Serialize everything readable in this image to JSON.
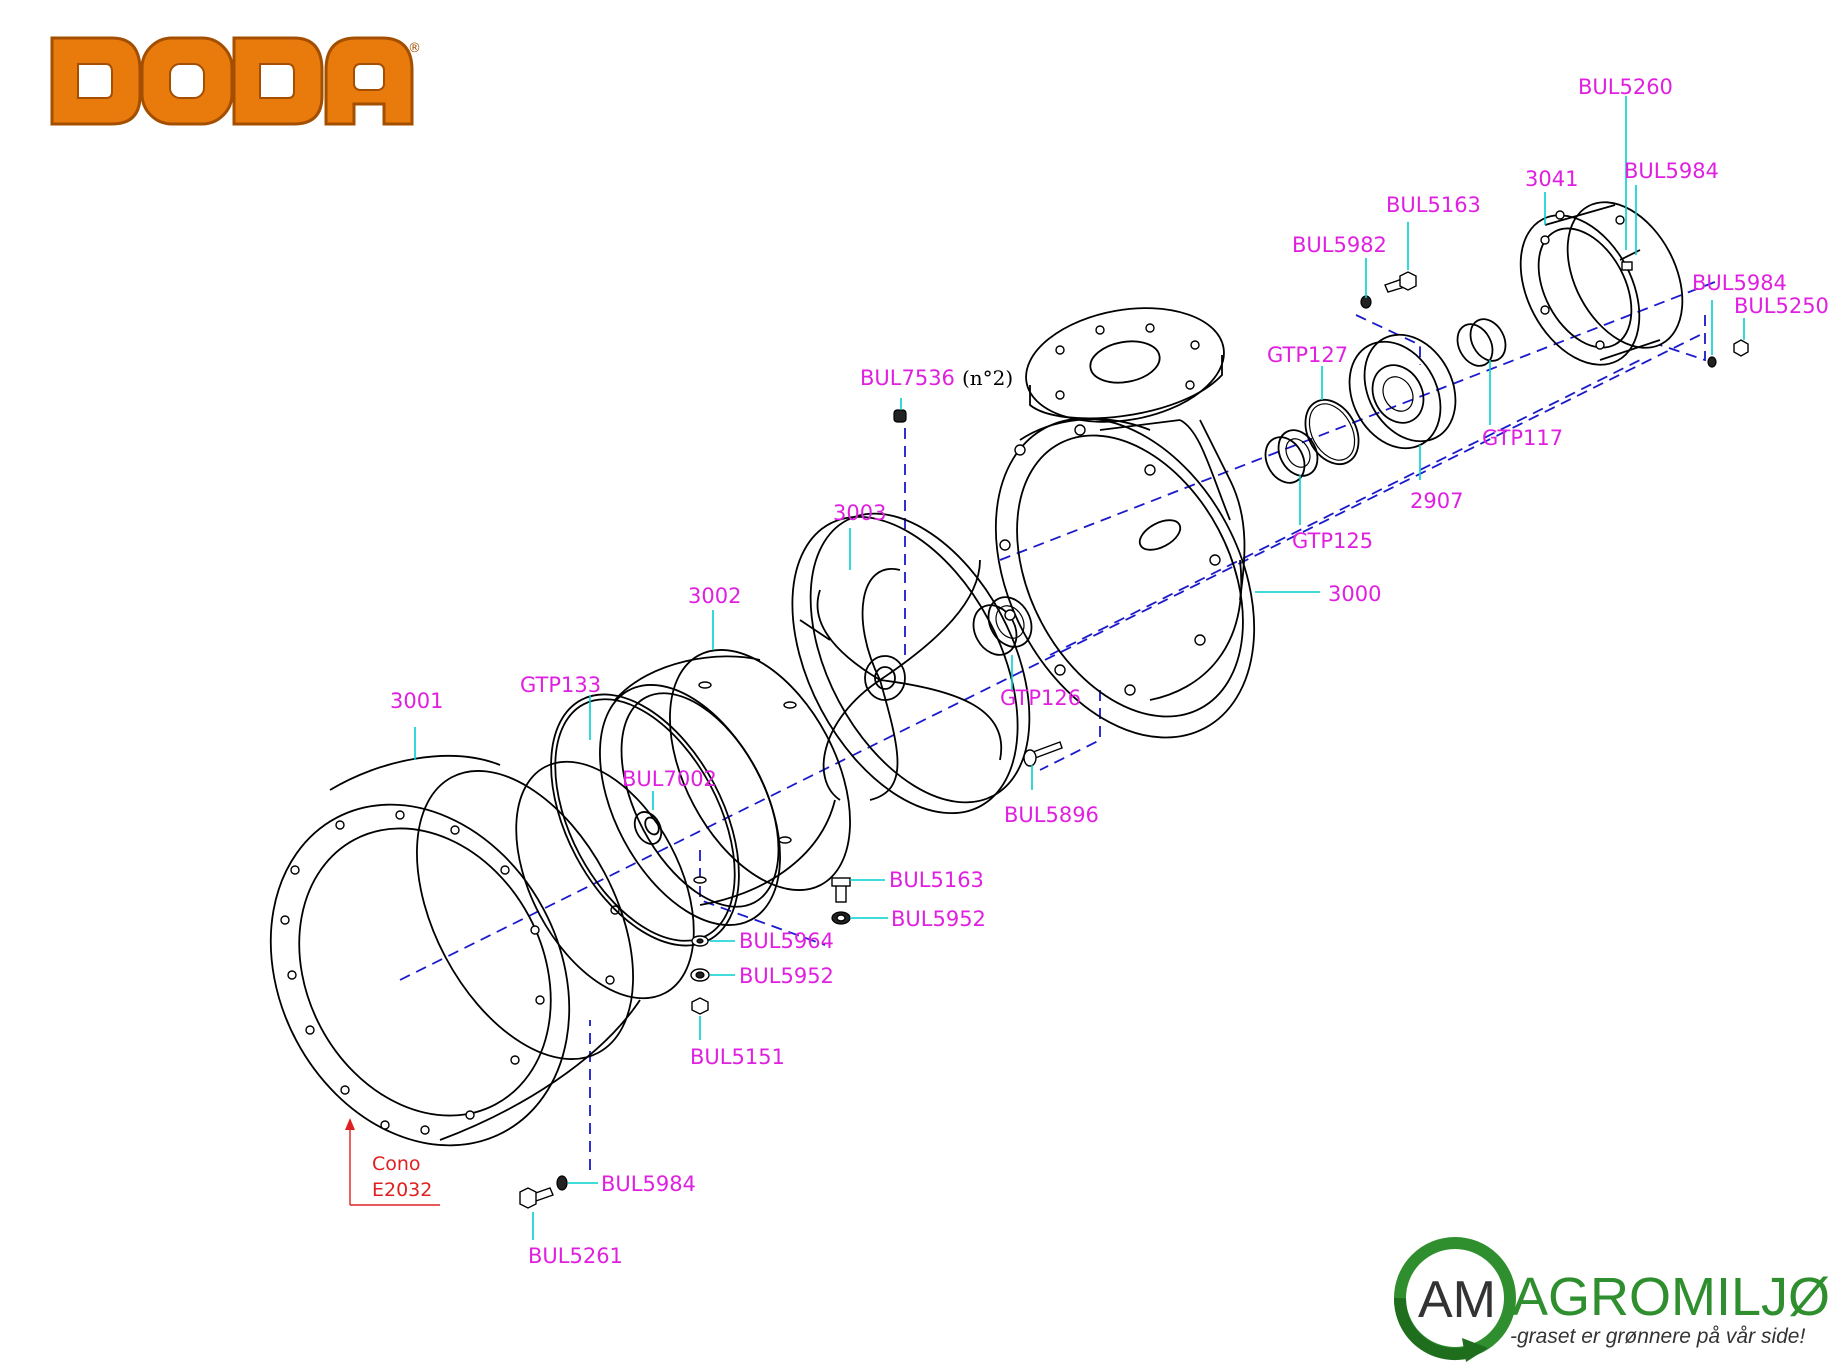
{
  "brand": {
    "logo_text": "DODA",
    "logo_mark": "®"
  },
  "dealer": {
    "monogram": "AM",
    "name": "AGROMILJØ",
    "slogan": "-graset er grønnere på vår side!"
  },
  "note": {
    "line1": "Cono",
    "line2": "E2032"
  },
  "parts": {
    "p3001": "3001",
    "p3002": "3002",
    "p3003": "3003",
    "p3000": "3000",
    "p3041": "3041",
    "p2907": "2907",
    "gtp133": "GTP133",
    "gtp126": "GTP126",
    "gtp125": "GTP125",
    "gtp127": "GTP127",
    "gtp117": "GTP117",
    "bul7002": "BUL7002",
    "bul7536": "BUL7536",
    "bul7536_qty": "(n°2)",
    "bul5896": "BUL5896",
    "bul5163_a": "BUL5163",
    "bul5952_a": "BUL5952",
    "bul5964": "BUL5964",
    "bul5952_b": "BUL5952",
    "bul5151": "BUL5151",
    "bul5984_a": "BUL5984",
    "bul5261": "BUL5261",
    "bul5982": "BUL5982",
    "bul5163_b": "BUL5163",
    "bul5260": "BUL5260",
    "bul5984_b": "BUL5984",
    "bul5984_c": "BUL5984",
    "bul5250": "BUL5250"
  },
  "colors": {
    "label": "#e020e0",
    "leader": "#00d0d0",
    "axis": "#1a1acc",
    "logo_orange": "#e87b0c",
    "dealer_green": "#2f8f2f",
    "note_red": "#e02020"
  }
}
